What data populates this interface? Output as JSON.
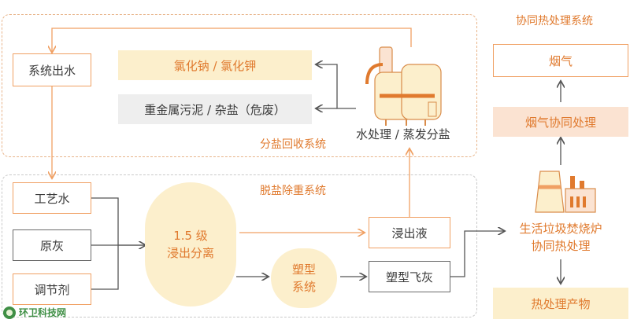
{
  "recovery_section": {
    "label": "分盐回收系统"
  },
  "desalting_section": {
    "label": "脱盐除重系统"
  },
  "coprocessing_section": {
    "label": "协同热处理系统"
  },
  "nodes": {
    "system_outlet_water": "系统出水",
    "nacl_kcl": "氯化钠 / 氯化钾",
    "heavy_metal_sludge": "重金属污泥 / 杂盐（危废）",
    "water_treatment": "水处理 / 蒸发分盐",
    "process_water": "工艺水",
    "raw_ash": "原灰",
    "regulator": "调节剂",
    "leaching_stage_line1": "1.5 级",
    "leaching_stage_line2": "浸出分离",
    "shaping_line1": "塑型",
    "shaping_line2": "系统",
    "leachate": "浸出液",
    "shaped_fly_ash": "塑型飞灰",
    "flue_gas": "烟气",
    "flue_gas_coprocessing": "烟气协同处理",
    "incinerator_line1": "生活垃圾焚烧炉",
    "incinerator_line2": "协同热处理",
    "thermal_products": "热处理产物"
  },
  "watermark": {
    "text": "环卫科技网"
  },
  "colors": {
    "accent": "#e07a2e",
    "yellow_fill": "#fcefcc",
    "gray_fill": "#eeeeee"
  }
}
